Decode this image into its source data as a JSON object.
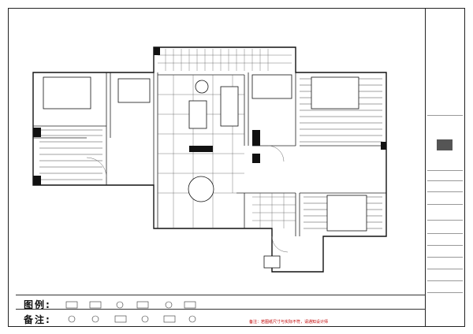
{
  "legend": {
    "row1_label": "图例:",
    "row2_label": "备注:"
  },
  "note": {
    "text": "备注：若图纸尺寸与实际不符，请通知设计师"
  },
  "colors": {
    "line": "#111111",
    "paper": "#ffffff",
    "note": "#c00000"
  }
}
